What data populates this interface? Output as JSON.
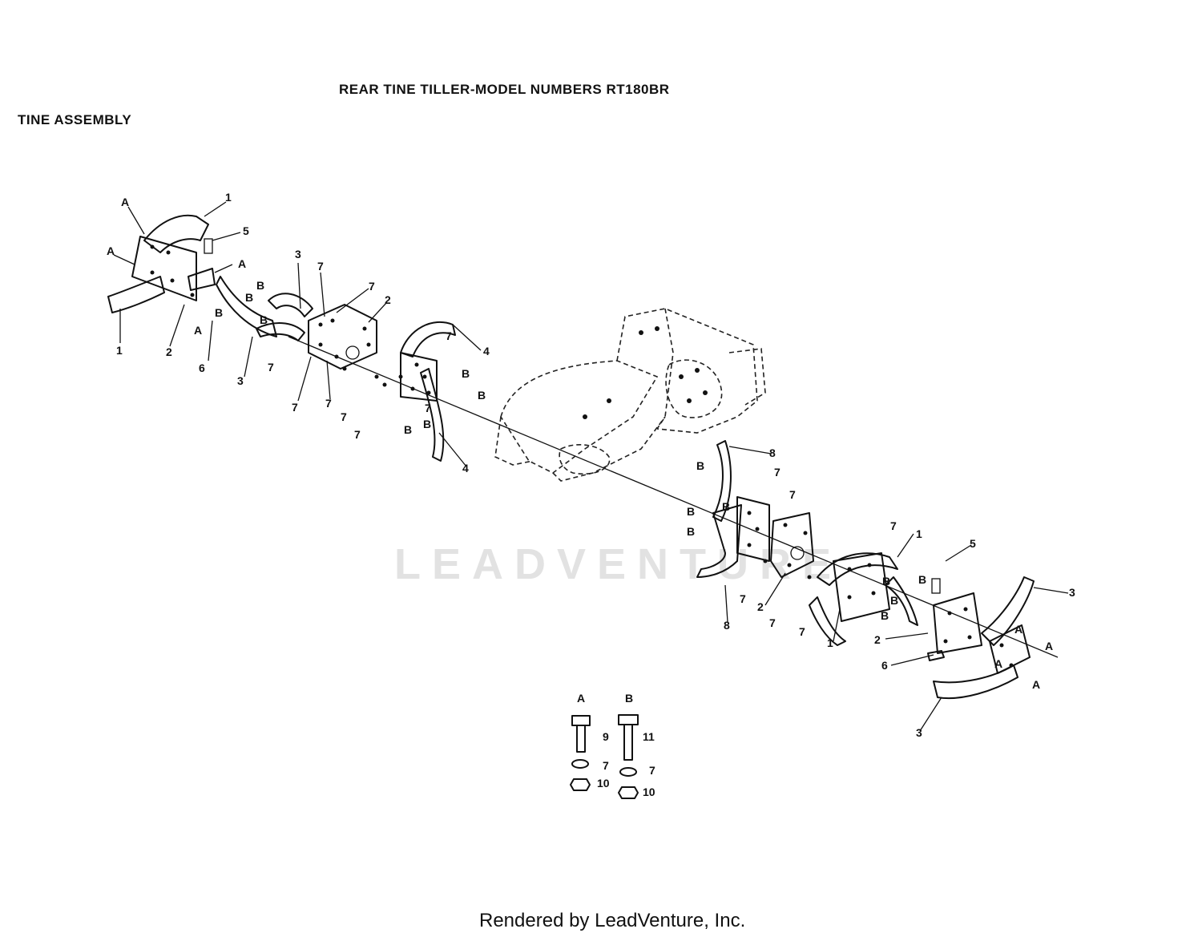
{
  "title": "REAR TINE TILLER-MODEL NUMBERS RT180BR",
  "subtitle": "TINE ASSEMBLY",
  "watermark": "LEADVENTURE",
  "footer": "Rendered by LeadVenture, Inc.",
  "callouts": [
    {
      "id": "c1",
      "text": "1"
    },
    {
      "id": "c2",
      "text": "5"
    },
    {
      "id": "c3",
      "text": "A"
    },
    {
      "id": "c4",
      "text": "A"
    },
    {
      "id": "c5",
      "text": "A"
    },
    {
      "id": "c6",
      "text": "1"
    },
    {
      "id": "c7",
      "text": "2"
    },
    {
      "id": "c8",
      "text": "A"
    },
    {
      "id": "c9",
      "text": "B"
    },
    {
      "id": "c10",
      "text": "6"
    },
    {
      "id": "c11",
      "text": "3"
    },
    {
      "id": "c12",
      "text": "7"
    },
    {
      "id": "c13",
      "text": "B"
    },
    {
      "id": "c14",
      "text": "B"
    },
    {
      "id": "c15",
      "text": "B"
    },
    {
      "id": "c16",
      "text": "7"
    },
    {
      "id": "c17",
      "text": "2"
    },
    {
      "id": "c18",
      "text": "3"
    },
    {
      "id": "c19",
      "text": "7"
    },
    {
      "id": "c20",
      "text": "7"
    },
    {
      "id": "c21",
      "text": "7"
    },
    {
      "id": "c22",
      "text": "7"
    },
    {
      "id": "c23",
      "text": "7"
    },
    {
      "id": "c24",
      "text": "4"
    },
    {
      "id": "c25",
      "text": "7"
    },
    {
      "id": "c26",
      "text": "B"
    },
    {
      "id": "c27",
      "text": "B"
    },
    {
      "id": "c28",
      "text": "7"
    },
    {
      "id": "c29",
      "text": "B"
    },
    {
      "id": "c30",
      "text": "B"
    },
    {
      "id": "c31",
      "text": "4"
    },
    {
      "id": "c32",
      "text": "8"
    },
    {
      "id": "c33",
      "text": "B"
    },
    {
      "id": "c34",
      "text": "7"
    },
    {
      "id": "c35",
      "text": "7"
    },
    {
      "id": "c36",
      "text": "B"
    },
    {
      "id": "c37",
      "text": "B"
    },
    {
      "id": "c38",
      "text": "B"
    },
    {
      "id": "c39",
      "text": "7"
    },
    {
      "id": "c40",
      "text": "1"
    },
    {
      "id": "c41",
      "text": "5"
    },
    {
      "id": "c42",
      "text": "B"
    },
    {
      "id": "c43",
      "text": "B"
    },
    {
      "id": "c44",
      "text": "B"
    },
    {
      "id": "c45",
      "text": "B"
    },
    {
      "id": "c46",
      "text": "8"
    },
    {
      "id": "c47",
      "text": "7"
    },
    {
      "id": "c48",
      "text": "2"
    },
    {
      "id": "c49",
      "text": "7"
    },
    {
      "id": "c50",
      "text": "7"
    },
    {
      "id": "c51",
      "text": "1"
    },
    {
      "id": "c52",
      "text": "3"
    },
    {
      "id": "c53",
      "text": "2"
    },
    {
      "id": "c54",
      "text": "A"
    },
    {
      "id": "c55",
      "text": "A"
    },
    {
      "id": "c56",
      "text": "A"
    },
    {
      "id": "c57",
      "text": "A"
    },
    {
      "id": "c58",
      "text": "6"
    },
    {
      "id": "c59",
      "text": "3"
    }
  ],
  "hardware_legend": {
    "bolt_a_label": "A",
    "bolt_b_label": "B",
    "bolt_a_part": "9",
    "bolt_b_part": "11",
    "washer_a_part": "7",
    "washer_b_part": "7",
    "nut_a_part": "10",
    "nut_b_part": "10"
  }
}
